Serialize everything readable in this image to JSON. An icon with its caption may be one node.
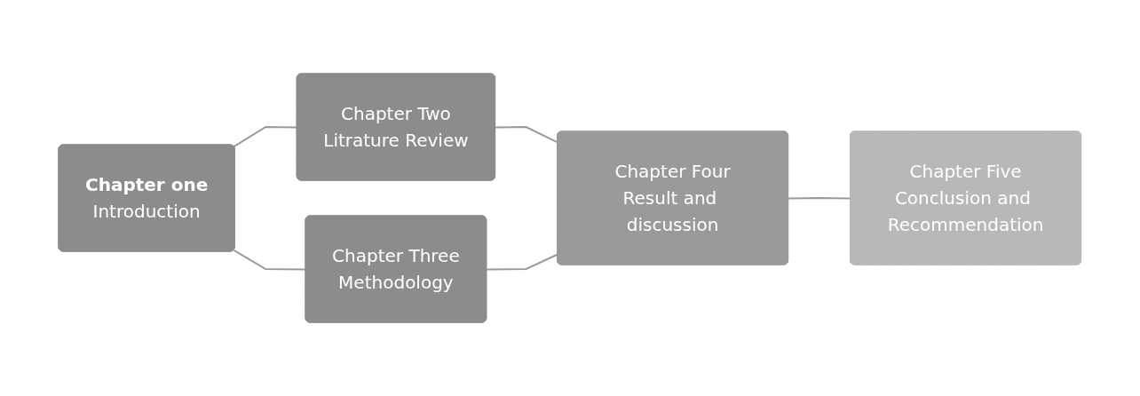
{
  "diagram": {
    "nodes": [
      {
        "text": [
          "Chapter one",
          "Introduction"
        ]
      },
      {
        "text": [
          "Chapter Two",
          "Litrature Review"
        ]
      },
      {
        "text": [
          "Chapter Three",
          "Methodology"
        ]
      },
      {
        "text": [
          "Chapter Four",
          "Result and discussion"
        ]
      },
      {
        "text": [
          "Chapter Five",
          "Conclusion and Recommendation"
        ]
      }
    ],
    "edges": [
      {
        "from": 0,
        "to": 1,
        "arrow": "none"
      },
      {
        "from": 0,
        "to": 2,
        "arrow": "none"
      },
      {
        "from": 1,
        "to": 3,
        "arrow": "none"
      },
      {
        "from": 2,
        "to": 3,
        "arrow": "none"
      },
      {
        "from": 3,
        "to": 4,
        "arrow": "none"
      }
    ]
  }
}
